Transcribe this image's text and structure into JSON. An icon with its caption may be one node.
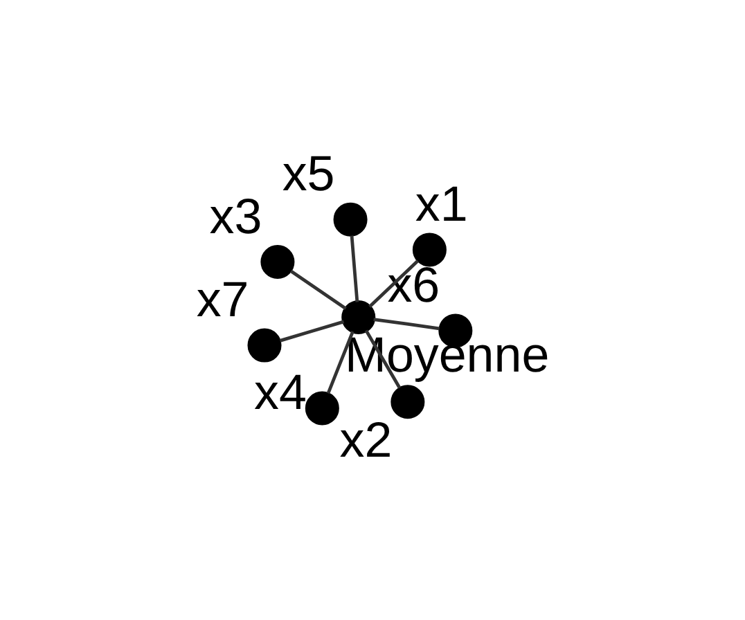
{
  "diagram": {
    "nodes": [
      {
        "text": [],
        "shape": "circle",
        "beside": [
          "x7"
        ]
      },
      {
        "text": [],
        "shape": "circle",
        "beside": [
          "x6"
        ]
      },
      {
        "text": [],
        "shape": "circle",
        "beside": [
          "Moyenne"
        ]
      },
      {
        "text": [],
        "shape": "circle",
        "beside": [
          "x5"
        ]
      },
      {
        "text": [],
        "shape": "circle",
        "beside": [
          "x1"
        ]
      },
      {
        "text": [],
        "shape": "circle",
        "beside": [
          "x3"
        ]
      },
      {
        "text": [],
        "shape": "circle",
        "beside": [
          "x4"
        ]
      },
      {
        "text": [],
        "shape": "circle",
        "beside": [
          "x2"
        ]
      }
    ],
    "edges": [
      {
        "from": 2,
        "to": 0,
        "arrow": "none"
      },
      {
        "from": 2,
        "to": 1,
        "arrow": "none"
      },
      {
        "from": 2,
        "to": 3,
        "arrow": "none"
      },
      {
        "from": 2,
        "to": 4,
        "arrow": "none"
      },
      {
        "from": 2,
        "to": 5,
        "arrow": "none"
      },
      {
        "from": 2,
        "to": 6,
        "arrow": "none"
      },
      {
        "from": 2,
        "to": 7,
        "arrow": "none"
      }
    ]
  }
}
